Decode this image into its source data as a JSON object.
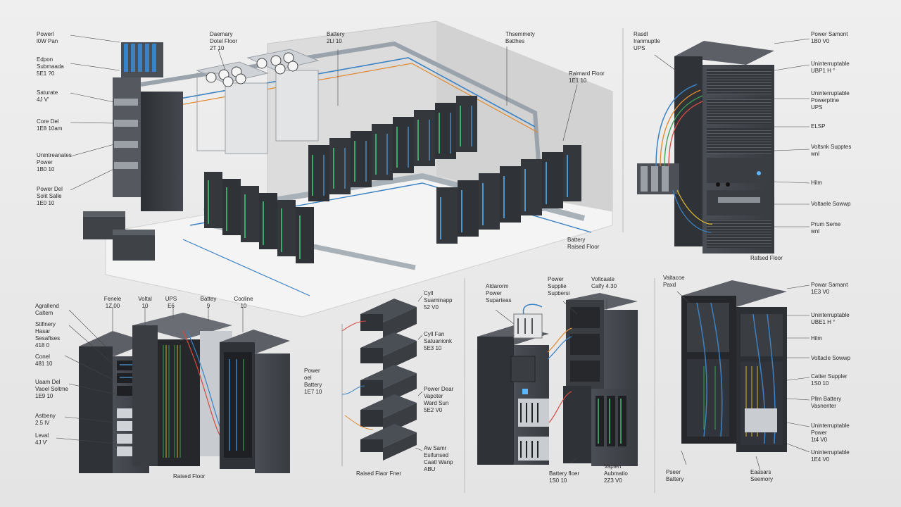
{
  "panels": {
    "floor": {
      "left_labels": [
        "Powerl\nl0W Pan",
        "Edpon\nSubmaada\n5E1 ?0",
        "Saturate\n4J V'",
        "Core Del\n1E8 10am",
        "Unintreanates\nPower\n1B0 10",
        "Power Del\nSolit Salle\n1E0 10"
      ],
      "top_labels": [
        "Daemary\nDotel Floor\n2T 10",
        "Battery\n2Ll 10",
        "Thsemmety\nBatthes",
        "Raimard Floor\n1E1 10"
      ],
      "bottom_label": "Battery\nRaised Floor"
    },
    "ups_rack": {
      "labels": [
        "Rasdl\nIranmuptle\nUPS",
        "Power Samont\n1B0 V0",
        "Uninterruptable\nUBP1 H °",
        "Uninterruptable\nPowerptine\nUPS",
        "ELSP",
        "Voltsnk Supptes\nwnl",
        "Hilm",
        "Voltaele Sowwp",
        "Prum Seme\nwnl"
      ],
      "bottom_label": "Rafsed Floor"
    },
    "cabinets": {
      "left_labels": [
        "Agrallend\nCaltem",
        "Stifinery\nHasar\nSesaftses\n418 0",
        "Conel\n481 10",
        "Uaam Del\nVaoel Soltme\n1E9 10",
        "Astbeny\n2.5 lV",
        "Leval\n4J V'"
      ],
      "top_labels": [
        "Fenele\n1Z.00",
        "Voltal\n10",
        "UPS\nE6",
        "Battey\n9",
        "Cooline\n10"
      ],
      "bottom_label": "Raised Floor"
    },
    "stack": {
      "labels": [
        "Cyll\nSuaminapp\n52 V0",
        "Cyll Fan\nSatuanionk\n5E3 10",
        "Power Dear\nVapoter\nWard Sun\n5E2 V0",
        "Aw Samr\nEsifunsed\nCaatl Wanp\nABU"
      ],
      "side_label": "Power\noel\nBattery\n1E7 10",
      "bottom_label": "Raised Flaor Fner"
    },
    "distribution": {
      "labels": [
        "Aldarorm\nPower\nSuparteas",
        "Power\nSupplie\nSupbersi",
        "Voltcaate\nCalfy 4.30",
        "Battery floer\n1S0 10",
        "Vaplen\nAubmatio\n2Z3 V0"
      ]
    },
    "rack_right": {
      "labels": [
        "Valtacoe\nPaxd",
        "Powar Samant\n1E3 V0",
        "Uninterruptable\nUBE1 H °",
        "Hilm",
        "Voltacle Sowwp",
        "Catter Suppler\n1S0 10",
        "Pllm Battery\nVasnenter",
        "Uninterruptable\nPower\n1t4 V0",
        "Uninterruptable\n1E4 V0",
        "Pseer\nBattery",
        "Eaasars\nSeemory"
      ]
    }
  },
  "colors": {
    "cable_blue": "#3b82c4",
    "cable_orange": "#e08a2e",
    "cable_green": "#3aa04f",
    "cable_red": "#d64a3f",
    "cable_yellow": "#d8b52c",
    "rack_dark": "#3c3f44",
    "led_green": "#3fd07a",
    "led_blue": "#59b6ff"
  }
}
